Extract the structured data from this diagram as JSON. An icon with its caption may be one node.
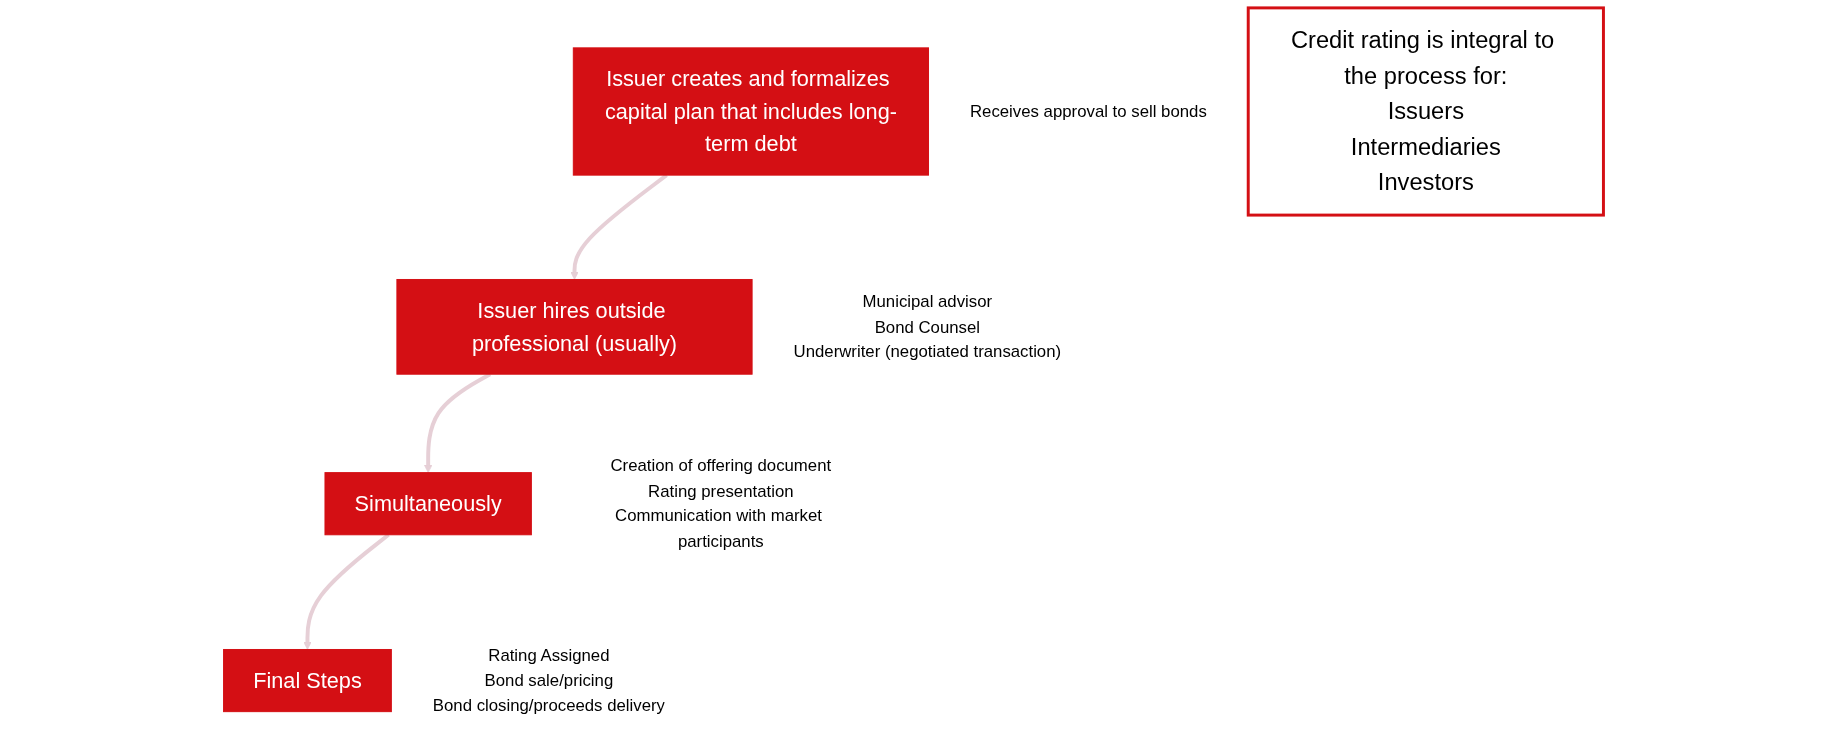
{
  "diagram": {
    "nodes": [
      {
        "text": [
          "Issuer creates and formalizes capital plan that includes long-term debt"
        ],
        "beside": [
          "Receives approval to sell bonds"
        ]
      },
      {
        "text": [
          "Issuer hires outside professional (usually)"
        ],
        "beside": [
          "Municipal advisor",
          "Bond Counsel",
          "Underwriter (negotiated transaction)"
        ]
      },
      {
        "text": [
          "Simultaneously"
        ],
        "beside": [
          "Creation of offering document",
          "Rating presentation",
          "Communication with market participants"
        ]
      },
      {
        "text": [
          "Final Steps"
        ],
        "beside": [
          "Rating Assigned",
          "Bond sale/pricing",
          "Bond closing/proceeds delivery"
        ]
      },
      {
        "text": [
          "Credit rating is integral to the process for:",
          "Issuers",
          "Intermediaries",
          "Investors"
        ]
      }
    ],
    "edges": [
      {
        "from": 0,
        "to": 1,
        "arrow": "to"
      },
      {
        "from": 1,
        "to": 2,
        "arrow": "to"
      },
      {
        "from": 2,
        "to": 3,
        "arrow": "to"
      }
    ]
  }
}
